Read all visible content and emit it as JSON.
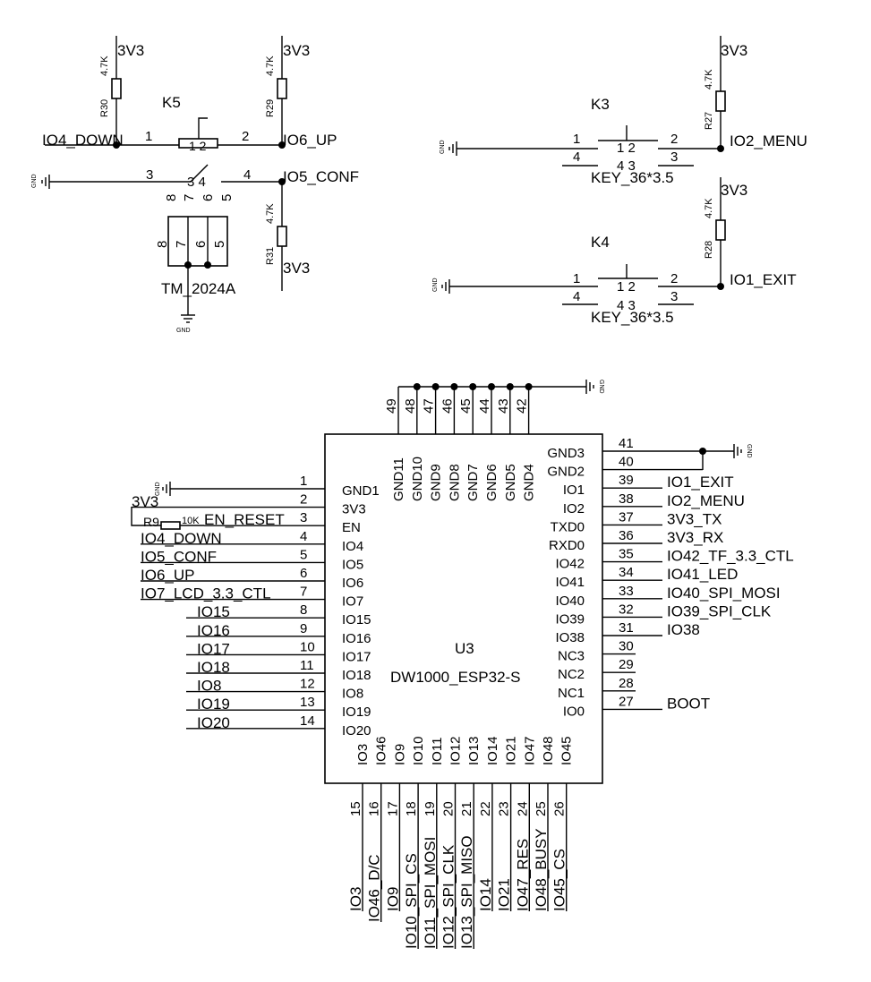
{
  "colors": {
    "background": "#ffffff",
    "ink": "#000000"
  },
  "k5": {
    "ref": "K5",
    "model": "TM_2024A",
    "net_top_left": "3V3",
    "net_top_right": "3V3",
    "net_bottom": "3V3",
    "r30": {
      "ref": "R30",
      "value": "4.7K"
    },
    "r29": {
      "ref": "R29",
      "value": "4.7K"
    },
    "r31": {
      "ref": "R31",
      "value": "4.7K"
    },
    "net_down": "IO4_DOWN",
    "net_up": "IO6_UP",
    "net_conf": "IO5_CONF",
    "pin1": "1",
    "pin2": "2",
    "pin3": "3",
    "pin4": "4",
    "inner_12": "1 2",
    "inner_34": "3 4",
    "pins_5678": [
      "8",
      "7",
      "6",
      "5"
    ],
    "gnd": "GND",
    "gnd2": "GND"
  },
  "k3": {
    "ref": "K3",
    "footprint": "KEY_36*3.5",
    "net": "IO2_MENU",
    "vcc": "3V3",
    "r": {
      "ref": "R27",
      "value": "4.7K"
    },
    "gnd": "GND",
    "p1": "1",
    "p2": "2",
    "p3": "3",
    "p4": "4",
    "in12": "1 2",
    "in43": "4 3"
  },
  "k4": {
    "ref": "K4",
    "footprint": "KEY_36*3.5",
    "net": "IO1_EXIT",
    "vcc": "3V3",
    "r": {
      "ref": "R28",
      "value": "4.7K"
    },
    "gnd": "GND",
    "p1": "1",
    "p2": "2",
    "p3": "3",
    "p4": "4",
    "in12": "1 2",
    "in43": "4 3"
  },
  "u3": {
    "ref": "U3",
    "part": "DW1000_ESP32-S",
    "top_gnd": "GND",
    "right_gnd": "GND",
    "left_gnd": "GND",
    "left_vcc": "3V3",
    "r9": {
      "ref": "R9",
      "value": "10K"
    },
    "left_pins": [
      {
        "num": "1",
        "name": "GND1",
        "net": ""
      },
      {
        "num": "2",
        "name": "3V3",
        "net": ""
      },
      {
        "num": "3",
        "name": "EN",
        "net": "EN_RESET"
      },
      {
        "num": "4",
        "name": "IO4",
        "net": "IO4_DOWN"
      },
      {
        "num": "5",
        "name": "IO5",
        "net": "IO5_CONF"
      },
      {
        "num": "6",
        "name": "IO6",
        "net": "IO6_UP"
      },
      {
        "num": "7",
        "name": "IO7",
        "net": "IO7_LCD_3.3_CTL"
      },
      {
        "num": "8",
        "name": "IO15",
        "net": "IO15"
      },
      {
        "num": "9",
        "name": "IO16",
        "net": "IO16"
      },
      {
        "num": "10",
        "name": "IO17",
        "net": "IO17"
      },
      {
        "num": "11",
        "name": "IO18",
        "net": "IO18"
      },
      {
        "num": "12",
        "name": "IO8",
        "net": "IO8"
      },
      {
        "num": "13",
        "name": "IO19",
        "net": "IO19"
      },
      {
        "num": "14",
        "name": "IO20",
        "net": "IO20"
      }
    ],
    "right_pins": [
      {
        "num": "41",
        "name": "GND3",
        "net": ""
      },
      {
        "num": "40",
        "name": "GND2",
        "net": ""
      },
      {
        "num": "39",
        "name": "IO1",
        "net": "IO1_EXIT"
      },
      {
        "num": "38",
        "name": "IO2",
        "net": "IO2_MENU"
      },
      {
        "num": "37",
        "name": "TXD0",
        "net": "3V3_TX"
      },
      {
        "num": "36",
        "name": "RXD0",
        "net": "3V3_RX"
      },
      {
        "num": "35",
        "name": "IO42",
        "net": "IO42_TF_3.3_CTL"
      },
      {
        "num": "34",
        "name": "IO41",
        "net": "IO41_LED"
      },
      {
        "num": "33",
        "name": "IO40",
        "net": "IO40_SPI_MOSI"
      },
      {
        "num": "32",
        "name": "IO39",
        "net": "IO39_SPI_CLK"
      },
      {
        "num": "31",
        "name": "IO38",
        "net": "IO38"
      },
      {
        "num": "30",
        "name": "NC3",
        "net": ""
      },
      {
        "num": "29",
        "name": "NC2",
        "net": ""
      },
      {
        "num": "28",
        "name": "NC1",
        "net": ""
      },
      {
        "num": "27",
        "name": "IO0",
        "net": "BOOT"
      }
    ],
    "top_pins": [
      {
        "num": "49",
        "name": "GND11"
      },
      {
        "num": "48",
        "name": "GND10"
      },
      {
        "num": "47",
        "name": "GND9"
      },
      {
        "num": "46",
        "name": "GND8"
      },
      {
        "num": "45",
        "name": "GND7"
      },
      {
        "num": "44",
        "name": "GND6"
      },
      {
        "num": "43",
        "name": "GND5"
      },
      {
        "num": "42",
        "name": "GND4"
      }
    ],
    "bottom_pins": [
      {
        "num": "15",
        "name": "IO3",
        "net": "IO3"
      },
      {
        "num": "16",
        "name": "IO46",
        "net": "IO46_D/C"
      },
      {
        "num": "17",
        "name": "IO9",
        "net": "IO9"
      },
      {
        "num": "18",
        "name": "IO10",
        "net": "IO10_SPI_CS"
      },
      {
        "num": "19",
        "name": "IO11",
        "net": "IO11_SPI_MOSI"
      },
      {
        "num": "20",
        "name": "IO12",
        "net": "IO12_SPI_CLK"
      },
      {
        "num": "21",
        "name": "IO13",
        "net": "IO13_SPI_MISO"
      },
      {
        "num": "22",
        "name": "IO14",
        "net": "IO14"
      },
      {
        "num": "23",
        "name": "IO21",
        "net": "IO21"
      },
      {
        "num": "24",
        "name": "IO47",
        "net": "IO47_RES"
      },
      {
        "num": "25",
        "name": "IO48",
        "net": "IO48_BUSY"
      },
      {
        "num": "26",
        "name": "IO45",
        "net": "IO45_CS"
      }
    ]
  }
}
